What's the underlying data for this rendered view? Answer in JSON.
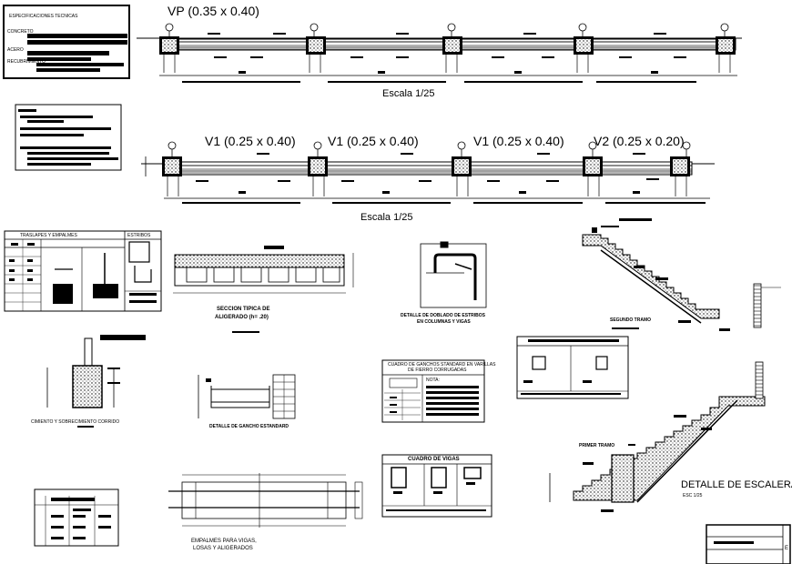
{
  "spec_box": {
    "title": "ESPECIFICACIONES TECNICAS",
    "concreto": "CONCRETO",
    "acero": "ACERO",
    "recubrimiento": "RECUBRIMIENTO"
  },
  "beams": {
    "vp": "VP (0.35 x 0.40)",
    "scale1": "Escala 1/25",
    "v1a": "V1 (0.25 x 0.40)",
    "v1b": "V1 (0.25 x 0.40)",
    "v1c": "V1 (0.25 x 0.40)",
    "v2": "V2 (0.25 x 0.20)",
    "scale2": "Escala 1/25"
  },
  "traslapes": {
    "title": "TRASLAPES Y EMPALMES",
    "estribos": "ESTRIBOS"
  },
  "details": {
    "seccion_line1": "SECCION TIPICA DE",
    "seccion_line2": "ALIGERADO (h= .20)",
    "doblado_line1": "DETALLE DE DOBLADO DE ESTRIBOS",
    "doblado_line2": "EN COLUMNAS Y VIGAS",
    "segundo_tramo": "SEGUNDO TRAMO",
    "cimiento": "CIMIENTO Y SOBRECIMIENTO CORRIDO",
    "gancho": "DETALLE DE GANCHO ESTANDARD",
    "cuadro_ganchos_1": "CUADRO DE GANCHOS STANDARD EN VARILLAS",
    "cuadro_ganchos_2": "DE FIERRO CORRUGADAS",
    "nota": "NOTA:",
    "cuadro_vigas": "CUADRO DE VIGAS",
    "primer_tramo": "PRIMER TRAMO",
    "escalera_title": "DETALLE DE ESCALERA",
    "escalera_scale": "ESC 1/25",
    "empalmes_line1": "EMPALMES PARA VIGAS,",
    "empalmes_line2": "LOSAS Y ALIGERADOS",
    "title_block_letter": "E"
  },
  "colors": {
    "line": "#000000",
    "fill": "#222222"
  }
}
